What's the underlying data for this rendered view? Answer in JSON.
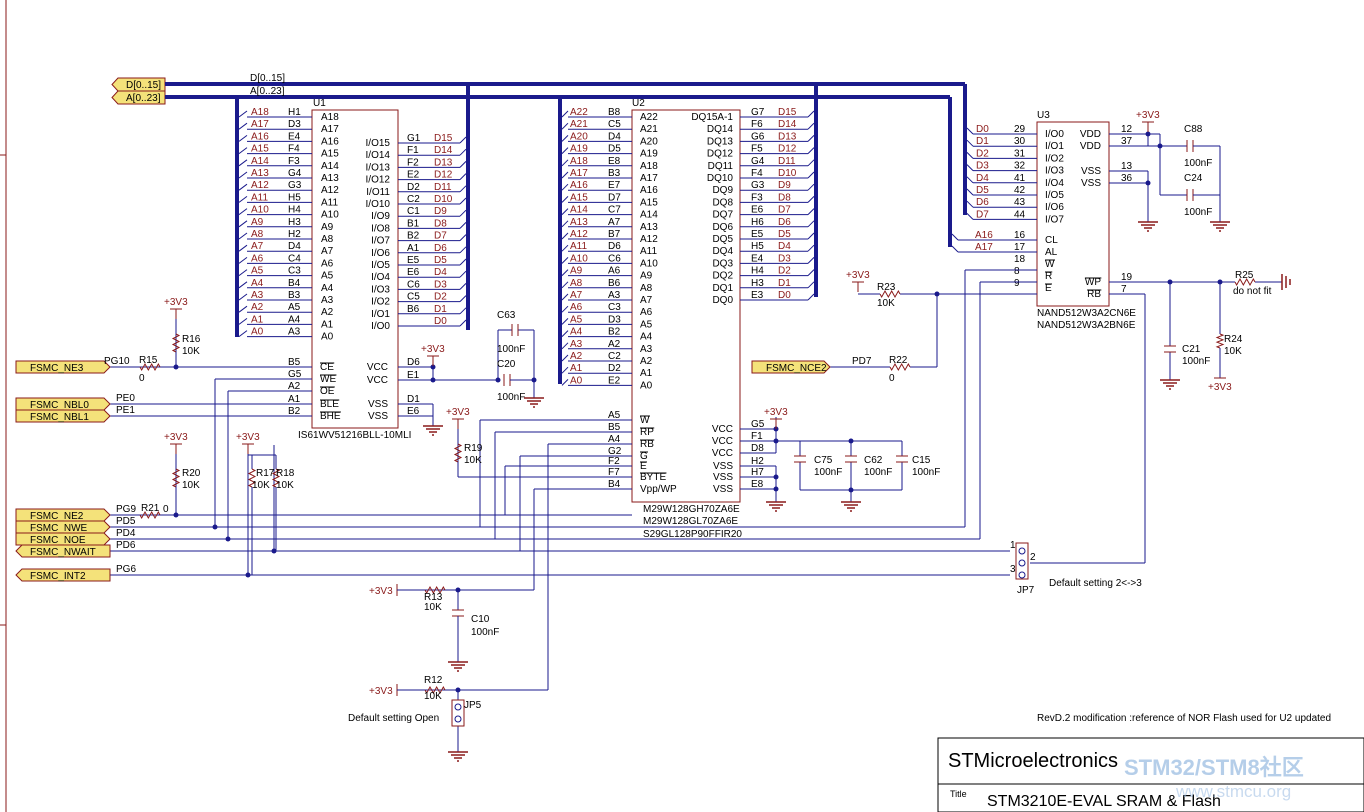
{
  "colors": {
    "wire": "#1a1a8c",
    "bus": "#1a1a8c",
    "outline": "#8a1a1a",
    "port": "#f4e27a",
    "text": "#000000"
  },
  "bus_labels": {
    "d_port": "D[0..15]",
    "a_port": "A[0..23]",
    "d_net": "D[0..15]",
    "a_net": "A[0..23]"
  },
  "u1": {
    "ref": "U1",
    "part": "IS61WV51216BLL-10MLI",
    "left_nets": [
      "A18",
      "A17",
      "A16",
      "A15",
      "A14",
      "A13",
      "A12",
      "A11",
      "A10",
      "A9",
      "A8",
      "A7",
      "A6",
      "A5",
      "A4",
      "A3",
      "A2",
      "A1",
      "A0"
    ],
    "left_pins": [
      "H1",
      "D3",
      "E4",
      "F4",
      "F3",
      "G4",
      "G3",
      "H5",
      "H4",
      "H3",
      "H2",
      "D4",
      "C4",
      "C3",
      "B4",
      "B3",
      "A5",
      "A4",
      "A3"
    ],
    "left_names": [
      "A18",
      "A17",
      "A16",
      "A15",
      "A14",
      "A13",
      "A12",
      "A11",
      "A10",
      "A9",
      "A8",
      "A7",
      "A6",
      "A5",
      "A4",
      "A3",
      "A2",
      "A1",
      "A0"
    ],
    "right_names": [
      "I/O15",
      "I/O14",
      "I/O13",
      "I/O12",
      "I/O11",
      "I/O10",
      "I/O9",
      "I/O8",
      "I/O7",
      "I/O6",
      "I/O5",
      "I/O4",
      "I/O3",
      "I/O2",
      "I/O1",
      "I/O0"
    ],
    "right_pins": [
      "G1",
      "F1",
      "F2",
      "E2",
      "D2",
      "C2",
      "C1",
      "B1",
      "B2",
      "A1",
      "E5",
      "E6",
      "C6",
      "C5",
      "B6",
      ""
    ],
    "right_nets": [
      "D15",
      "D14",
      "D13",
      "D12",
      "D11",
      "D10",
      "D9",
      "D8",
      "D7",
      "D6",
      "D5",
      "D4",
      "D3",
      "D2",
      "D1",
      "D0"
    ],
    "ctrl_pins": [
      "B5",
      "G5",
      "A2",
      "A1",
      "B2"
    ],
    "ctrl_names": [
      "CE",
      "WE",
      "OE",
      "BLE",
      "BHE"
    ],
    "pwr_names": [
      "VCC",
      "VCC",
      "VSS",
      "VSS"
    ],
    "pwr_pins": [
      "D6",
      "E1",
      "D1",
      "E6"
    ]
  },
  "u2": {
    "ref": "U2",
    "parts": [
      "M29W128GH70ZA6E",
      "M29W128GL70ZA6E",
      "S29GL128P90FFIR20"
    ],
    "left_nets": [
      "A22",
      "A21",
      "A20",
      "A19",
      "A18",
      "A17",
      "A16",
      "A15",
      "A14",
      "A13",
      "A12",
      "A11",
      "A10",
      "A9",
      "A8",
      "A7",
      "A6",
      "A5",
      "A4",
      "A3",
      "A2",
      "A1",
      "A0"
    ],
    "left_pins": [
      "B8",
      "C5",
      "D4",
      "D5",
      "E8",
      "B3",
      "E7",
      "D7",
      "C7",
      "A7",
      "B7",
      "D6",
      "C6",
      "A6",
      "B6",
      "A3",
      "C3",
      "D3",
      "B2",
      "A2",
      "C2",
      "D2",
      "E2"
    ],
    "left_names": [
      "A22",
      "A21",
      "A20",
      "A19",
      "A18",
      "A17",
      "A16",
      "A15",
      "A14",
      "A13",
      "A12",
      "A11",
      "A10",
      "A9",
      "A8",
      "A7",
      "A6",
      "A5",
      "A4",
      "A3",
      "A2",
      "A1",
      "A0"
    ],
    "right_names": [
      "DQ15A-1",
      "DQ14",
      "DQ13",
      "DQ12",
      "DQ11",
      "DQ10",
      "DQ9",
      "DQ8",
      "DQ7",
      "DQ6",
      "DQ5",
      "DQ4",
      "DQ3",
      "DQ2",
      "DQ1",
      "DQ0"
    ],
    "right_pins": [
      "G7",
      "F6",
      "G6",
      "F5",
      "G4",
      "F4",
      "G3",
      "F3",
      "E6",
      "H6",
      "E5",
      "H5",
      "E4",
      "H4",
      "H3",
      "E3"
    ],
    "right_nets": [
      "D15",
      "D14",
      "D13",
      "D12",
      "D11",
      "D10",
      "D9",
      "D8",
      "D7",
      "D6",
      "D5",
      "D4",
      "D3",
      "D2",
      "D1",
      "D0"
    ],
    "ctrl_pins": [
      "A5",
      "B5",
      "A4",
      "G2",
      "F2",
      "F7",
      "B4"
    ],
    "ctrl_names": [
      "W",
      "RP",
      "RB",
      "G",
      "E",
      "BYTE",
      "Vpp/WP"
    ],
    "pwr_names": [
      "VCC",
      "VCC",
      "VCC",
      "VSS",
      "VSS",
      "VSS"
    ],
    "pwr_pins": [
      "G5",
      "F1",
      "D8",
      "H2",
      "H7",
      "E8"
    ]
  },
  "u3": {
    "ref": "U3",
    "parts": [
      "NAND512W3A2CN6E",
      "NAND512W3A2BN6E"
    ],
    "io_nets": [
      "D0",
      "D1",
      "D2",
      "D3",
      "D4",
      "D5",
      "D6",
      "D7"
    ],
    "io_pins": [
      "29",
      "30",
      "31",
      "32",
      "41",
      "42",
      "43",
      "44"
    ],
    "io_names": [
      "I/O0",
      "I/O1",
      "I/O2",
      "I/O3",
      "I/O4",
      "I/O5",
      "I/O6",
      "I/O7"
    ],
    "ctrl_nets": [
      "A16",
      "A17"
    ],
    "ctrl_pins": [
      "16",
      "17",
      "18",
      "8",
      "9"
    ],
    "ctrl_names": [
      "CL",
      "AL",
      "W",
      "R",
      "E"
    ],
    "pwr_names": [
      "VDD",
      "VDD",
      "VSS",
      "VSS"
    ],
    "pwr_pins": [
      "12",
      "37",
      "13",
      "36"
    ],
    "out_names": [
      "WP",
      "RB"
    ],
    "out_pins": [
      "19",
      "7"
    ]
  },
  "ports": {
    "d_bus": "D[0..15]",
    "a_bus": "A[0..23]",
    "ne3": "FSMC_NE3",
    "nbl0": "FSMC_NBL0",
    "nbl1": "FSMC_NBL1",
    "ne2": "FSMC_NE2",
    "nwe": "FSMC_NWE",
    "noe": "FSMC_NOE",
    "nwait": "FSMC_NWAIT",
    "int2": "FSMC_INT2",
    "nce2": "FSMC_NCE2"
  },
  "pins_mcu": {
    "pg10": "PG10",
    "pe0": "PE0",
    "pe1": "PE1",
    "pg9": "PG9",
    "pd5": "PD5",
    "pd4": "PD4",
    "pd6": "PD6",
    "pg6": "PG6",
    "pd7": "PD7"
  },
  "power": {
    "v33": "+3V3"
  },
  "parts": {
    "r15": {
      "ref": "R15",
      "val": "0"
    },
    "r16": {
      "ref": "R16",
      "val": "10K"
    },
    "r17": {
      "ref": "R17",
      "val": "10K"
    },
    "r18": {
      "ref": "R18",
      "val": "10K"
    },
    "r19": {
      "ref": "R19",
      "val": "10K"
    },
    "r20": {
      "ref": "R20",
      "val": "10K"
    },
    "r21": {
      "ref": "R21",
      "val": "0"
    },
    "r22": {
      "ref": "R22",
      "val": "0"
    },
    "r23": {
      "ref": "R23",
      "val": "10K"
    },
    "r24": {
      "ref": "R24",
      "val": "10K"
    },
    "r25": {
      "ref": "R25",
      "val": "do not fit"
    },
    "r12": {
      "ref": "R12",
      "val": "10K"
    },
    "r13": {
      "ref": "R13",
      "val": "10K"
    },
    "c10": {
      "ref": "C10",
      "val": "100nF"
    },
    "c15": {
      "ref": "C15",
      "val": "100nF"
    },
    "c20": {
      "ref": "C20",
      "val": "100nF"
    },
    "c21": {
      "ref": "C21",
      "val": "100nF"
    },
    "c24": {
      "ref": "C24",
      "val": "100nF"
    },
    "c62": {
      "ref": "C62",
      "val": "100nF"
    },
    "c63": {
      "ref": "C63",
      "val": "100nF"
    },
    "c75": {
      "ref": "C75",
      "val": "100nF"
    },
    "c88": {
      "ref": "C88",
      "val": "100nF"
    },
    "jp5": {
      "ref": "JP5"
    },
    "jp7": {
      "ref": "JP7"
    }
  },
  "jp7_pins": [
    "1",
    "2",
    "3"
  ],
  "notes": {
    "jp7": "Default setting 2<->3",
    "jp5": "Default setting Open",
    "rev": "RevD.2 modification :reference of NOR Flash used for U2 updated"
  },
  "titleblock": {
    "company": "STMicroelectronics",
    "title_label": "Title",
    "title": "STM3210E-EVAL  SRAM & Flash"
  },
  "watermark": {
    "line1": "STM32/STM8社区",
    "line2": "www.stmcu.org"
  }
}
